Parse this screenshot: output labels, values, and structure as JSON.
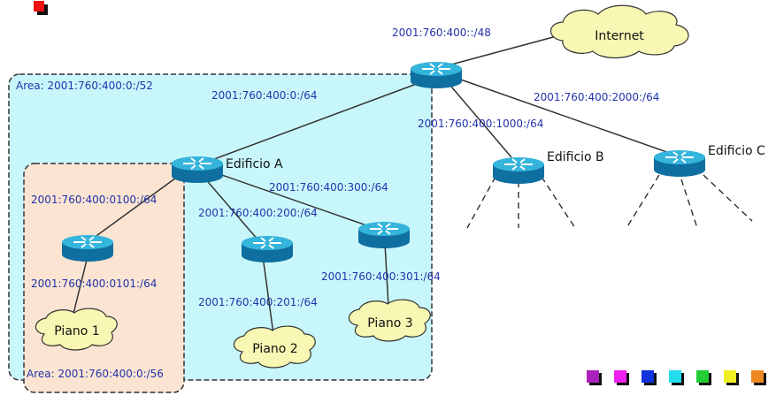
{
  "areas": {
    "outer_label": "Area: 2001:760:400:0:/52",
    "inner_label": "Area: 2001:760:400:0:/56",
    "outer_fill": "#c8f7fb",
    "inner_fill": "#fbe4d2"
  },
  "links": {
    "internet": "2001:760:400::/48",
    "building_a": "2001:760:400:0:/64",
    "building_b": "2001:760:400:1000:/64",
    "building_c": "2001:760:400:2000:/64",
    "floor1_uplink": "2001:760:400:0100:/64",
    "floor1_lan": "2001:760:400:0101:/64",
    "floor2_uplink": "2001:760:400:200:/64",
    "floor2_lan": "2001:760:400:201:/64",
    "floor3_uplink": "2001:760:400:300:/64",
    "floor3_lan": "2001:760:400:301:/64"
  },
  "devices": {
    "building_a": "Edificio A",
    "building_b": "Edificio B",
    "building_c": "Edificio C"
  },
  "clouds": {
    "internet": "Internet",
    "floor1": "Piano 1",
    "floor2": "Piano 2",
    "floor3": "Piano 3"
  },
  "colors": {
    "router_top": "#35b4dc",
    "router_side": "#0e6fa0",
    "cloud_fill": "#f8f8b4",
    "label_blue": "#2233aa",
    "nav_squares": [
      "#aa22bb",
      "#ee22ee",
      "#1133dd",
      "#22ddee",
      "#22cc33",
      "#eeee22",
      "#ee8822"
    ],
    "slide_marker": "#ee1111"
  }
}
